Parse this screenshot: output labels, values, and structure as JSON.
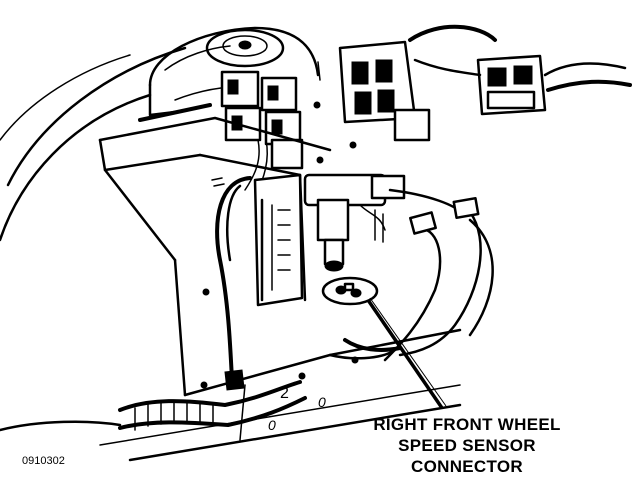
{
  "callout": {
    "line1": "RIGHT FRONT WHEEL",
    "line2": "SPEED SENSOR",
    "line3": "CONNECTOR"
  },
  "figure_code": "0910302",
  "colors": {
    "ink": "#000000",
    "paper": "#ffffff"
  }
}
